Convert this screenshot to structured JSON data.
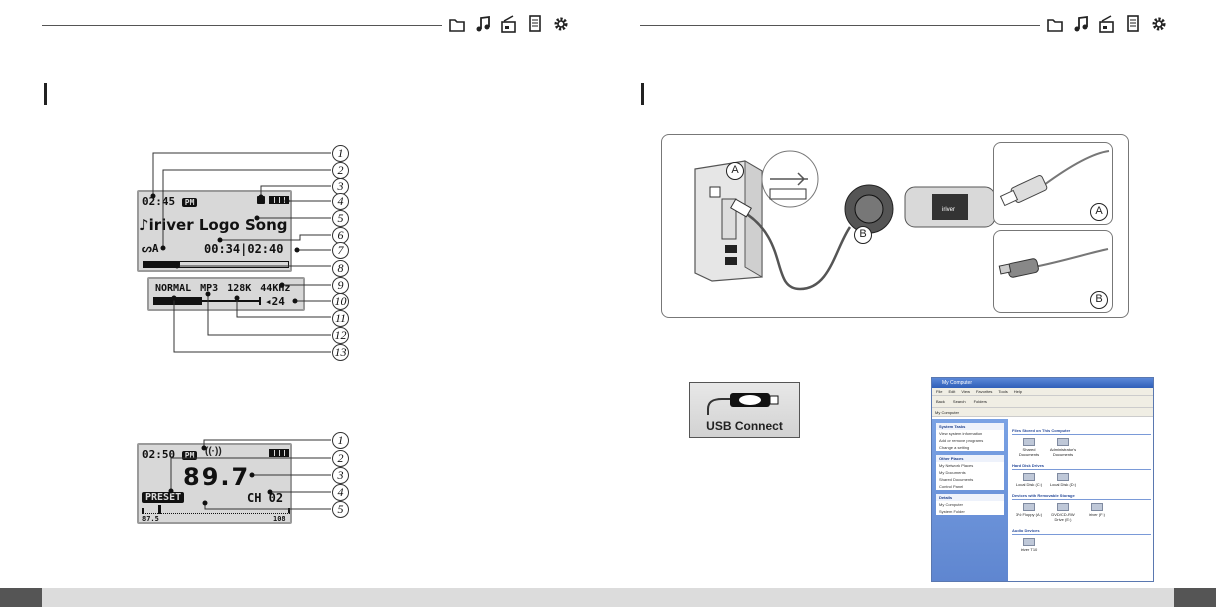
{
  "left_page": {
    "playback_display": {
      "time": "02:45",
      "ampm": "PM",
      "title": "iriver Logo Song",
      "ab_mode": "A",
      "elapsed_total": "00:34|02:40",
      "eq": "NORMAL",
      "format": "MP3",
      "bitrate": "128K",
      "sample_rate": "44KHz",
      "volume": "24",
      "progress": 0.25
    },
    "playback_callouts": [
      "1",
      "2",
      "3",
      "4",
      "5",
      "6",
      "7",
      "8",
      "9",
      "10",
      "11",
      "12",
      "13"
    ],
    "radio_display": {
      "time": "02:50",
      "ampm": "PM",
      "frequency": "89.7",
      "preset_label": "PRESET",
      "channel": "CH 02",
      "range_min": "87.5",
      "range_max": "108",
      "tuning_level": 0.1
    },
    "radio_callouts": [
      "1",
      "2",
      "3",
      "4",
      "5"
    ]
  },
  "right_page": {
    "connect_labels": {
      "a": "A",
      "b": "B"
    },
    "device_brand": "iriver",
    "usb_connect": "USB Connect",
    "explorer": {
      "title": "My Computer",
      "menu": [
        "File",
        "Edit",
        "View",
        "Favorites",
        "Tools",
        "Help"
      ],
      "toolbar": [
        "Back",
        "Search",
        "Folders"
      ],
      "address": "My Computer",
      "side_panels": [
        {
          "title": "System Tasks",
          "items": [
            "View system information",
            "Add or remove programs",
            "Change a setting"
          ]
        },
        {
          "title": "Other Places",
          "items": [
            "My Network Places",
            "My Documents",
            "Shared Documents",
            "Control Panel"
          ]
        },
        {
          "title": "Details",
          "items": [
            "My Computer",
            "System Folder"
          ]
        }
      ],
      "groups": [
        {
          "title": "Files Stored on This Computer",
          "items": [
            "Shared Documents",
            "Administrator's Documents"
          ]
        },
        {
          "title": "Hard Disk Drives",
          "items": [
            "Local Disk (C:)",
            "Local Disk (D:)"
          ]
        },
        {
          "title": "Devices with Removable Storage",
          "items": [
            "3½ Floppy (A:)",
            "DVD/CD-RW Drive (E:)",
            "iriver (F:)"
          ]
        },
        {
          "title": "Audio Devices",
          "items": [
            "iriver T10"
          ]
        }
      ]
    }
  },
  "icons": [
    "folder-icon",
    "music-note-icon",
    "radio-icon",
    "text-document-icon",
    "gear-icon"
  ]
}
